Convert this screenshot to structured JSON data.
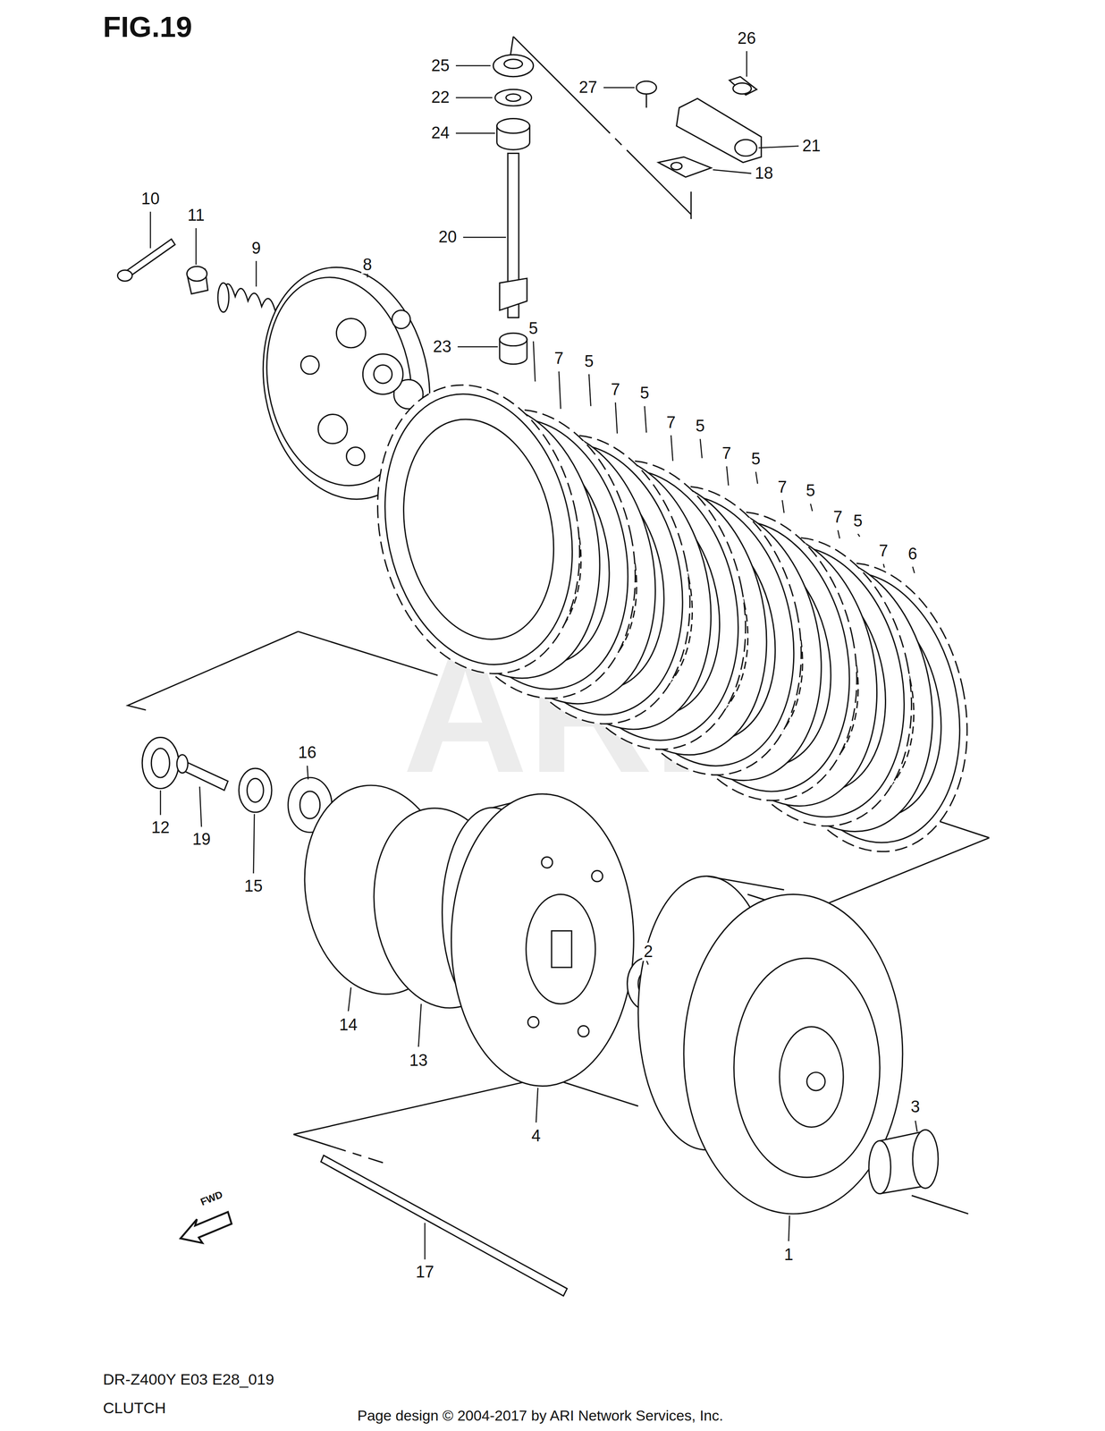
{
  "diagram": {
    "title": "FIG.19",
    "labels": [
      "26",
      "25",
      "22",
      "27",
      "24",
      "21",
      "18",
      "10",
      "11",
      "9",
      "8",
      "20",
      "23",
      "5",
      "7",
      "5",
      "7",
      "5",
      "7",
      "5",
      "7",
      "5",
      "7",
      "5",
      "7",
      "5",
      "7",
      "6",
      "16",
      "12",
      "19",
      "15",
      "2",
      "14",
      "13",
      "4",
      "3",
      "1",
      "17",
      "FWD",
      "ARI",
      "DR-Z400Y E03 E28_019",
      "CLUTCH",
      "Page design © 2004-2017 by ARI Network Services, Inc."
    ]
  }
}
